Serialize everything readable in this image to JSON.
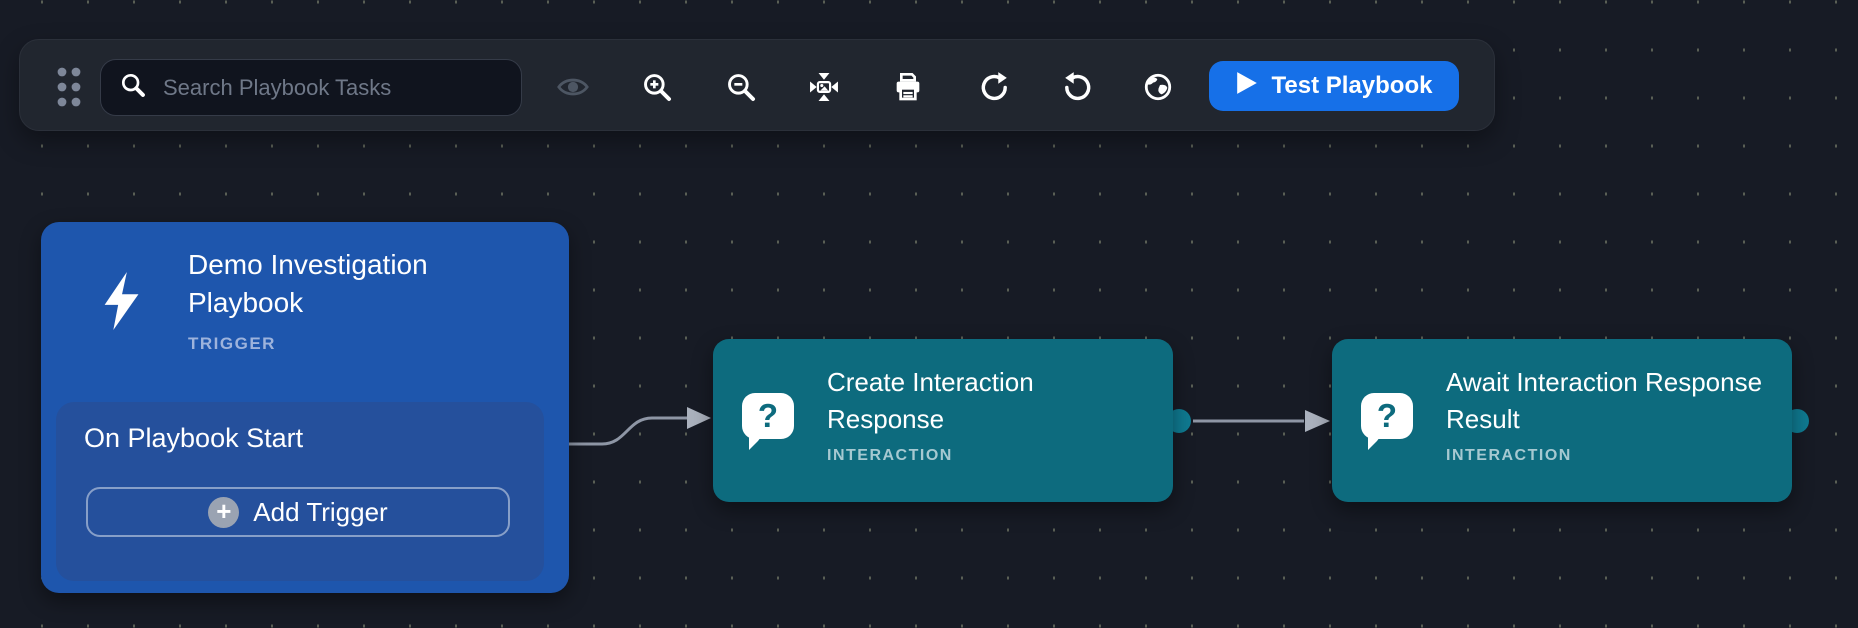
{
  "toolbar": {
    "drag_handle": {
      "icon": "drag-handle-icon"
    },
    "search": {
      "placeholder": "Search Playbook Tasks",
      "value": "",
      "icon": "search-icon"
    },
    "icons": [
      {
        "name": "eye-icon"
      },
      {
        "name": "zoom-in-icon"
      },
      {
        "name": "zoom-out-icon"
      },
      {
        "name": "fit-view-icon"
      },
      {
        "name": "print-icon"
      },
      {
        "name": "redo-icon"
      },
      {
        "name": "undo-icon"
      },
      {
        "name": "globe-icon"
      }
    ],
    "test_button": {
      "label": "Test Playbook",
      "icon": "play-icon"
    }
  },
  "canvas": {
    "nodes": [
      {
        "type": "trigger",
        "title": "Demo Investigation Playbook",
        "category": "TRIGGER",
        "icon": "lightning-icon",
        "trigger_row": {
          "name": "On Playbook Start"
        },
        "add_button": {
          "label": "Add Trigger",
          "icon": "plus-icon"
        }
      },
      {
        "type": "task",
        "title": "Create Interaction Response",
        "category": "INTERACTION",
        "icon": "question-bubble-icon"
      },
      {
        "type": "task",
        "title": "Await Interaction Response Result",
        "category": "INTERACTION",
        "icon": "question-bubble-icon"
      }
    ]
  },
  "colors": {
    "canvas_bg": "#171b25",
    "toolbar_bg": "#21262f",
    "accent_blue": "#1670e8",
    "trigger_node_blue": "#1e56ad",
    "trigger_subpanel_blue": "#25509c",
    "task_node_teal": "#0d6b7e",
    "port_teal": "#0f7a91",
    "port_navy": "#1a2a4c",
    "connector_gray": "#8e96a5"
  }
}
